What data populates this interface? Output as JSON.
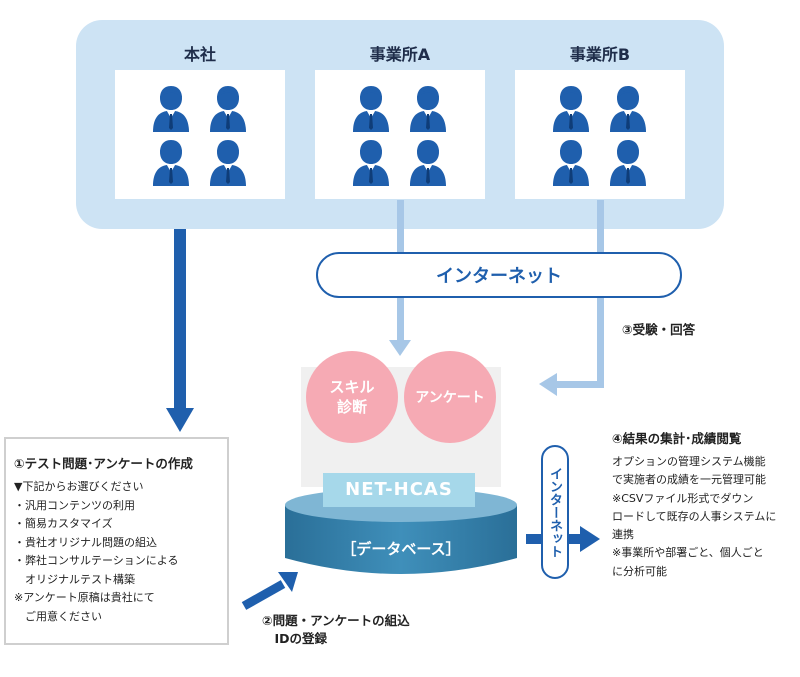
{
  "offices": [
    {
      "name": "本社"
    },
    {
      "name": "事業所A"
    },
    {
      "name": "事業所B"
    }
  ],
  "internet_label": "インターネット",
  "internet_vertical_label": "インターネット",
  "system": {
    "skill_line1": "スキル",
    "skill_line2": "診断",
    "survey": "アンケート",
    "product_name": "NET-HCAS",
    "database": "［データベース］"
  },
  "step1": {
    "title": "①テスト問題･アンケートの作成",
    "subtitle": "▼下記からお選びください",
    "items": [
      "・汎用コンテンツの利用",
      "・簡易カスタマイズ",
      "・貴社オリジナル問題の組込",
      "・弊社コンサルテーションによる",
      "　オリジナルテスト構築"
    ],
    "note_line1": "※アンケート原稿は貴社にて",
    "note_line2": "　ご用意ください"
  },
  "step2": {
    "line1": "②問題・アンケートの組込",
    "line2": "　IDの登録"
  },
  "step3": {
    "label": "③受験・回答"
  },
  "step4": {
    "title": "④結果の集計･成績閲覧",
    "lines": [
      "オプションの管理システム機能",
      "で実施者の成績を一元管理可能",
      "※CSVファイル形式でダウン",
      "ロードして既存の人事システムに",
      "連携",
      "※事業所や部署ごと、個人ごと",
      "に分析可能"
    ]
  },
  "colors": {
    "panel": "#cde3f4",
    "accent_blue": "#1f5fad",
    "light_arrow": "#a7c7e7",
    "pink": "#f6aab4",
    "db_teal": "#2f7fa8"
  }
}
